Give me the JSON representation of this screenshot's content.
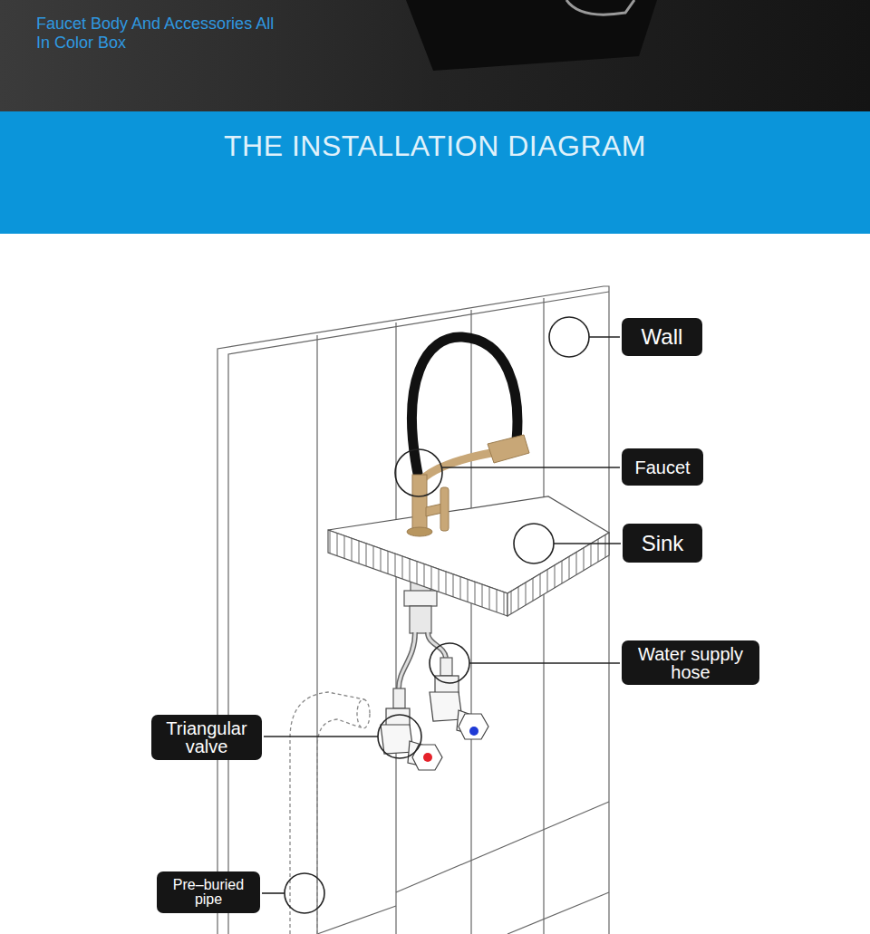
{
  "diagram": {
    "title": "THE INSTALLATION DIAGRAM",
    "nodes": [
      {
        "text": [
          "Wall"
        ]
      },
      {
        "text": [
          "Faucet"
        ]
      },
      {
        "text": [
          "Sink"
        ]
      },
      {
        "text": [
          "Water supply hose"
        ]
      },
      {
        "text": [
          "Triangular valve"
        ]
      },
      {
        "text": [
          "Pre–buried pipe"
        ]
      }
    ],
    "labels": [
      "Faucet Body And Accessories All In Color Box"
    ]
  }
}
